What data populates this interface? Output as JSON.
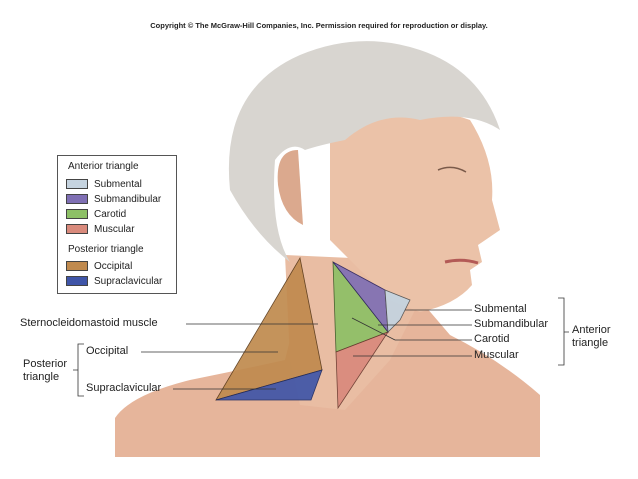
{
  "copyright": "Copyright © The McGraw-Hill Companies, Inc. Permission required for reproduction or display.",
  "legend": {
    "anterior_title": "Anterior triangle",
    "anterior_items": [
      {
        "label": "Submental",
        "color": "#c5d3df"
      },
      {
        "label": "Submandibular",
        "color": "#7f6fb4"
      },
      {
        "label": "Carotid",
        "color": "#8dc066"
      },
      {
        "label": "Muscular",
        "color": "#d98a7c"
      }
    ],
    "posterior_title": "Posterior triangle",
    "posterior_items": [
      {
        "label": "Occipital",
        "color": "#c08a4e"
      },
      {
        "label": "Supraclavicular",
        "color": "#3f55a8"
      }
    ]
  },
  "labels": {
    "scm": "Sternocleidomastoid muscle",
    "occipital": "Occipital",
    "supraclavicular": "Supraclavicular",
    "posterior_line1": "Posterior",
    "posterior_line2": "triangle",
    "submental": "Submental",
    "submandibular": "Submandibular",
    "carotid": "Carotid",
    "muscular": "Muscular",
    "anterior_line1": "Anterior",
    "anterior_line2": "triangle"
  }
}
